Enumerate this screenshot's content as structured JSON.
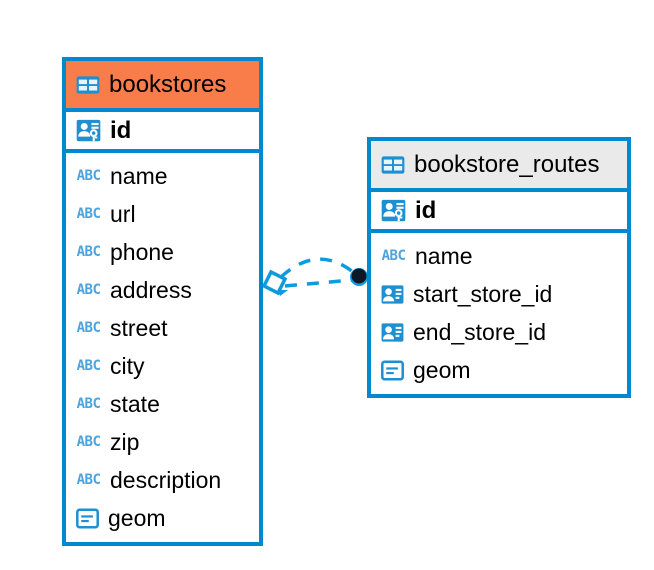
{
  "diagram": {
    "title": "bookstores / bookstore_routes entity relationship diagram",
    "background": "#ffffff",
    "colors": {
      "border": "#0089ce",
      "accent_header": "#f97d4a",
      "plain_header": "#eaeaea",
      "icon_blue": "#1e8fd0",
      "abc_blue": "#4da3dd",
      "connector": "#0f9bdb",
      "endpoint_fill": "#0d1a26"
    }
  },
  "entities": [
    {
      "name": "bookstores",
      "header_icon": "table-icon",
      "header_style": "accent",
      "primary_key": {
        "label": "id",
        "icon": "primary-key-icon"
      },
      "fields": [
        {
          "label": "name",
          "icon": "text-abc-icon",
          "icon_text": "ABC"
        },
        {
          "label": "url",
          "icon": "text-abc-icon",
          "icon_text": "ABC"
        },
        {
          "label": "phone",
          "icon": "text-abc-icon",
          "icon_text": "ABC"
        },
        {
          "label": "address",
          "icon": "text-abc-icon",
          "icon_text": "ABC"
        },
        {
          "label": "street",
          "icon": "text-abc-icon",
          "icon_text": "ABC"
        },
        {
          "label": "city",
          "icon": "text-abc-icon",
          "icon_text": "ABC"
        },
        {
          "label": "state",
          "icon": "text-abc-icon",
          "icon_text": "ABC"
        },
        {
          "label": "zip",
          "icon": "text-abc-icon",
          "icon_text": "ABC"
        },
        {
          "label": "description",
          "icon": "text-abc-icon",
          "icon_text": "ABC"
        },
        {
          "label": "geom",
          "icon": "geometry-icon",
          "icon_text": ""
        }
      ]
    },
    {
      "name": "bookstore_routes",
      "header_icon": "table-icon",
      "header_style": "plain",
      "primary_key": {
        "label": "id",
        "icon": "primary-key-icon"
      },
      "fields": [
        {
          "label": "name",
          "icon": "text-abc-icon",
          "icon_text": "ABC"
        },
        {
          "label": "start_store_id",
          "icon": "foreign-key-icon",
          "icon_text": ""
        },
        {
          "label": "end_store_id",
          "icon": "foreign-key-icon",
          "icon_text": ""
        },
        {
          "label": "geom",
          "icon": "geometry-icon",
          "icon_text": ""
        }
      ]
    }
  ],
  "relationship": {
    "source_entity": "bookstores",
    "target_entity": "bookstore_routes",
    "source_marker": "open-diamond",
    "target_marker": "filled-circle",
    "line_style": "dashed"
  }
}
